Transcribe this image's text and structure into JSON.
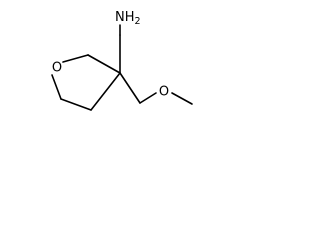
{
  "molecule": {
    "atoms": {
      "amine": {
        "symbol": "N",
        "hydrogens": "H",
        "hydrogen_count": "2"
      },
      "ring_oxygen": {
        "symbol": "O"
      },
      "ether_oxygen": {
        "symbol": "O"
      }
    }
  }
}
